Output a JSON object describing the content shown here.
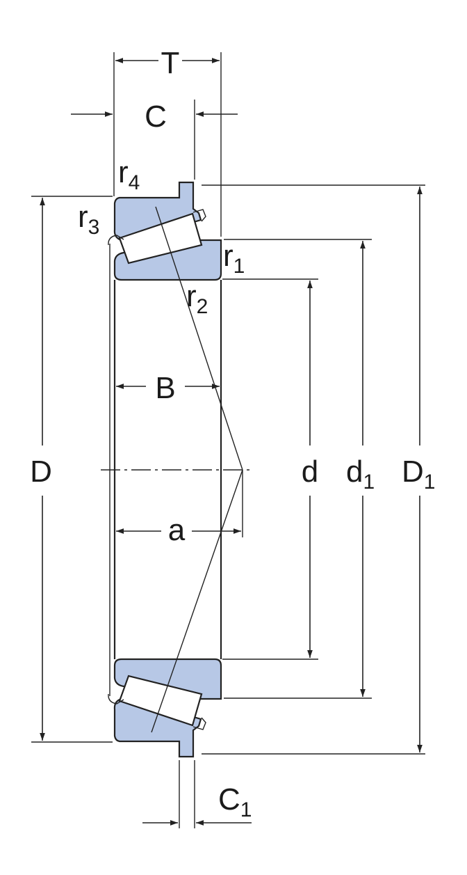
{
  "colors": {
    "ring_fill": "#b7c8e6",
    "roller_fill": "#ffffff",
    "line": "#222222",
    "background": "#ffffff"
  },
  "labels": {
    "T": "T",
    "C": "C",
    "C1": {
      "base": "C",
      "sub": "1"
    },
    "B": "B",
    "a": "a",
    "D": "D",
    "d": "d",
    "d1": {
      "base": "d",
      "sub": "1"
    },
    "D1": {
      "base": "D",
      "sub": "1"
    },
    "r1": {
      "base": "r",
      "sub": "1"
    },
    "r2": {
      "base": "r",
      "sub": "2"
    },
    "r3": {
      "base": "r",
      "sub": "3"
    },
    "r4": {
      "base": "r",
      "sub": "4"
    }
  }
}
